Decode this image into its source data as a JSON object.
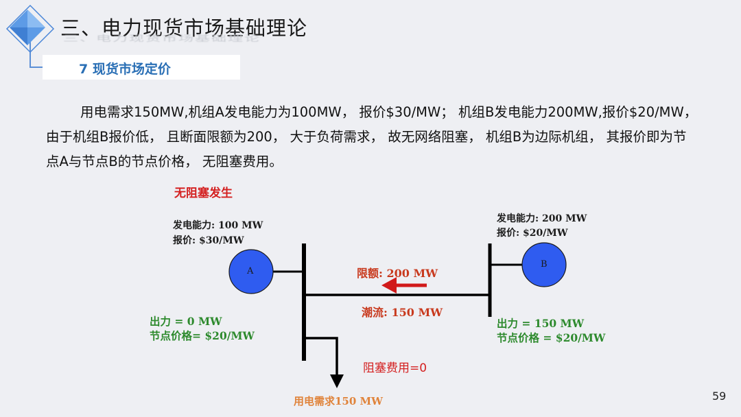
{
  "header": {
    "title": "三、电力现货市场基础理论",
    "subtitle": "7 现货市场定价"
  },
  "body": {
    "paragraph": "用电需求150MW,机组A发电能力为100MW， 报价$30/MW； 机组B发电能力200MW,报价$20/MW， 由于机组B报价低， 且断面限额为200， 大于负荷需求， 故无网络阻塞， 机组B为边际机组， 其报价即为节点A与节点B的节点价格， 无阻塞费用。"
  },
  "diagram": {
    "status": "无阻塞发生",
    "genA": {
      "capacity": "发电能力: 100 MW",
      "price": "报价: $30/MW",
      "letter": "A",
      "output": "出力 = 0 MW",
      "node_price": "节点价格= $20/MW"
    },
    "genB": {
      "capacity": "发电能力: 200 MW",
      "price": "报价: $20/MW",
      "letter": "B",
      "output": "出力 = 150 MW",
      "node_price": "节点价格 = $20/MW"
    },
    "line_limit": "限额: 200 MW",
    "flow": "潮流: 150 MW",
    "congestion_fee": "阻塞费用=0",
    "demand": "用电需求150 MW",
    "colors": {
      "node_fill": "#2f5cf0",
      "arrow": "#d11a1a",
      "green_text": "#2d8a2d",
      "red_text": "#d42020",
      "orange_text": "#e0833a"
    }
  },
  "footer": {
    "page_number": "59"
  }
}
